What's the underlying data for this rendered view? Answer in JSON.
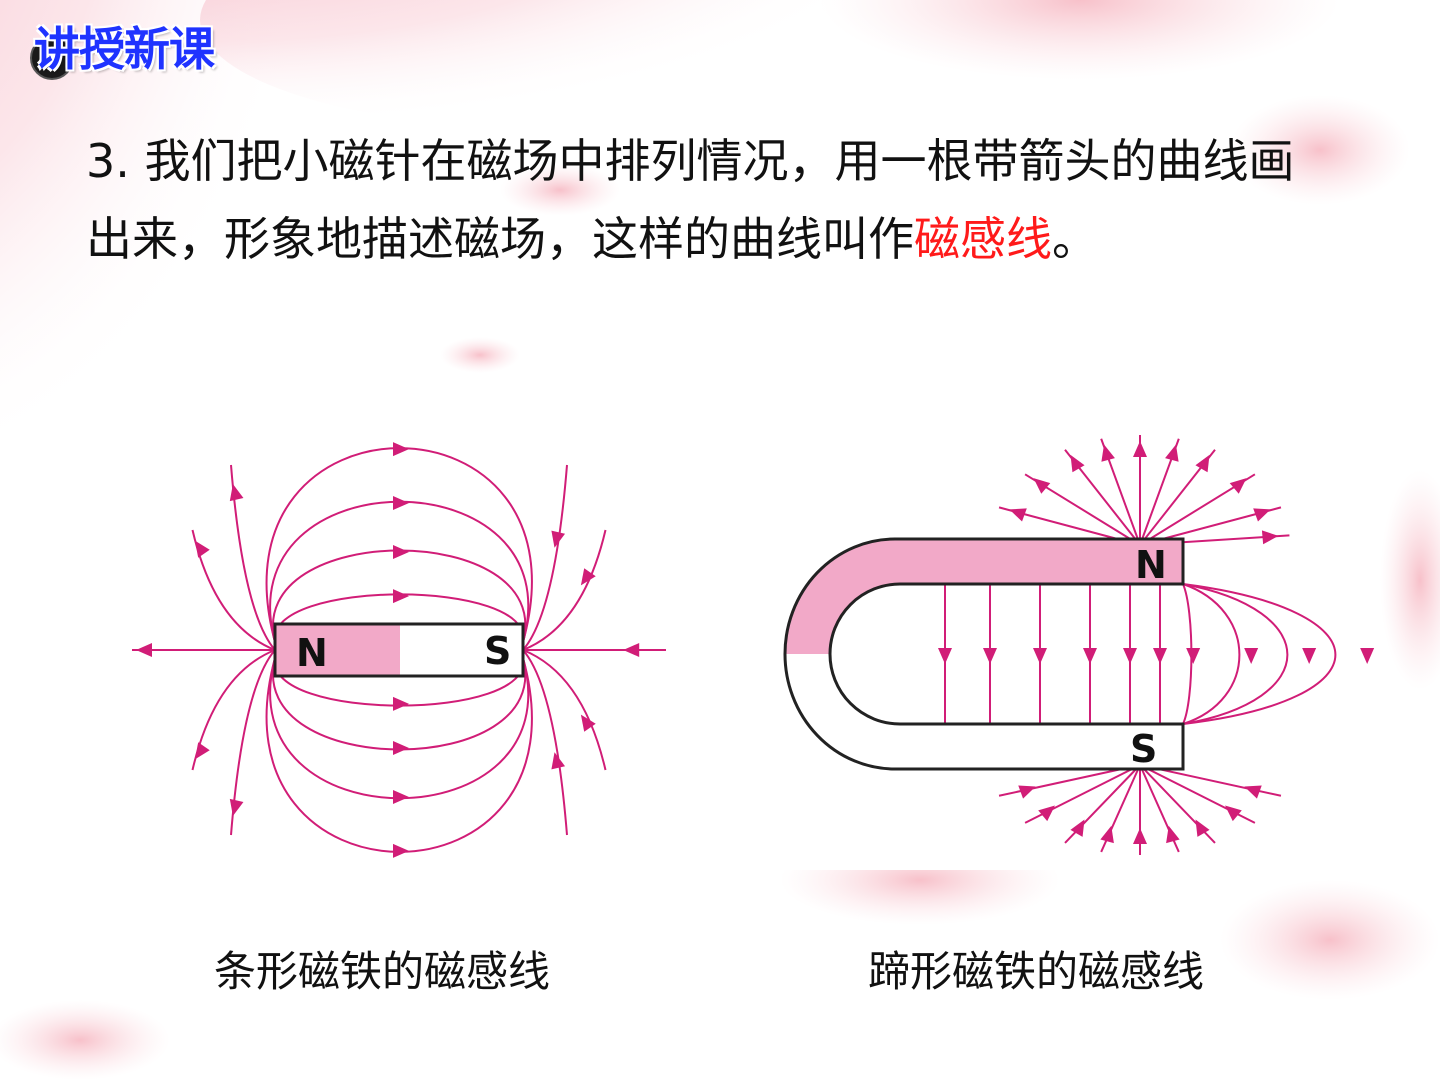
{
  "header": {
    "title": "讲授新课"
  },
  "paragraph": {
    "text_before": "3. 我们把小磁针在磁场中排列情况，用一根带箭头的曲线画出来，形象地描述磁场，这样的曲线叫作",
    "highlight": "磁感线",
    "text_after": "。"
  },
  "figures": {
    "bar": {
      "caption": "条形磁铁的磁感线",
      "north_label": "N",
      "south_label": "S"
    },
    "horseshoe": {
      "caption": "蹄形磁铁的磁感线",
      "north_label": "N",
      "south_label": "S"
    }
  },
  "colors": {
    "field_line": "#d11d77",
    "pole_north": "#f2a9c8",
    "highlight": "#ff1a1a",
    "title": "#1f33ff"
  }
}
